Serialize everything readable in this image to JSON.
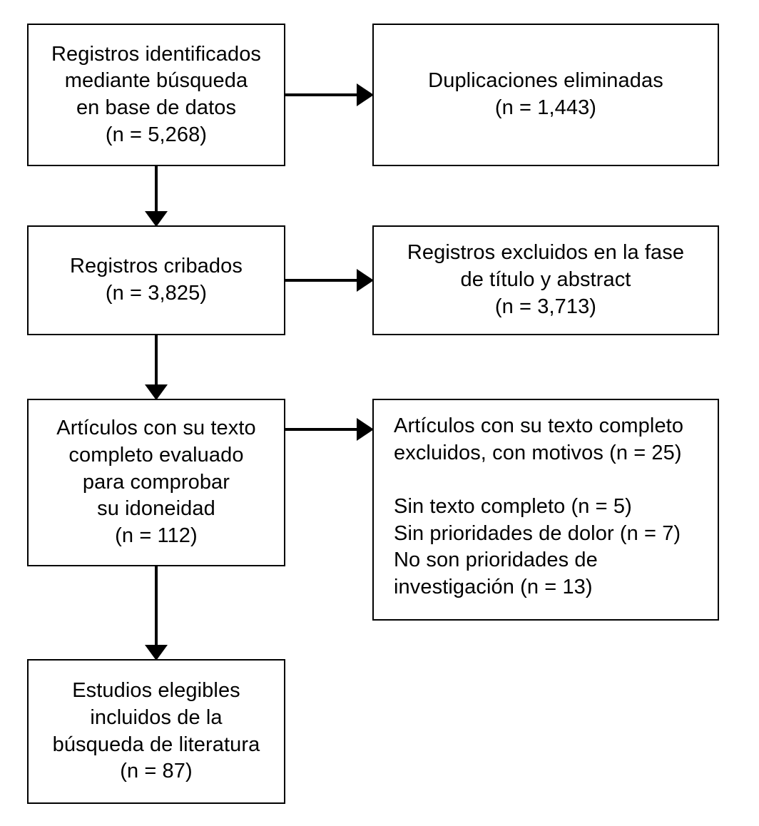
{
  "diagram": {
    "type": "prisma-flow-diagram",
    "language": "es",
    "stroke_color": "#000000",
    "background_color": "#ffffff",
    "text_color": "#000000"
  },
  "boxes": {
    "identified": {
      "name": "Registros identificados mediante búsqueda en base de datos",
      "text": "Registros identificados\nmediante búsqueda\nen base de datos\n(n = 5,268)",
      "count_label": "(n = 5,268)",
      "count": 5268
    },
    "duplicates": {
      "name": "Duplicaciones eliminadas",
      "text": "Duplicaciones eliminadas\n(n = 1,443)",
      "count_label": "(n = 1,443)",
      "count": 1443
    },
    "screened": {
      "name": "Registros cribados",
      "text": "Registros cribados\n(n = 3,825)",
      "count_label": "(n = 3,825)",
      "count": 3825
    },
    "excluded_title_abstract": {
      "name": "Registros excluidos en la fase de título y abstract",
      "text": "Registros excluidos en la fase\nde título y abstract\n(n = 3,713)",
      "count_label": "(n = 3,713)",
      "count": 3713
    },
    "fulltext_assessed": {
      "name": "Artículos con su texto completo evaluado para comprobar su idoneidad",
      "text": "Artículos con su texto\ncompleto evaluado\npara comprobar\nsu idoneidad\n(n = 112)",
      "count_label": "(n = 112)",
      "count": 112
    },
    "excluded_fulltext": {
      "name": "Artículos con su texto completo excluidos, con motivos",
      "text": "Artículos con su texto completo\nexcluidos, con motivos (n = 25)\n\nSin texto completo (n = 5)\nSin prioridades de dolor (n = 7)\nNo son prioridades de\ninvestigación (n = 13)",
      "heading": "Artículos con su texto completo excluidos, con motivos (n = 25)",
      "count_label": "(n = 25)",
      "count": 25,
      "reasons": [
        {
          "label": "Sin texto completo",
          "count_label": "(n = 5)",
          "count": 5
        },
        {
          "label": "Sin prioridades de dolor",
          "count_label": "(n = 7)",
          "count": 7
        },
        {
          "label": "No son prioridades de investigación",
          "count_label": "(n = 13)",
          "count": 13
        }
      ]
    },
    "included": {
      "name": "Estudios elegibles incluidos de la búsqueda de literatura",
      "text": "Estudios elegibles\nincluidos de la\nbúsqueda de literatura\n(n = 87)",
      "count_label": "(n = 87)",
      "count": 87
    }
  },
  "connectors": [
    {
      "id": "identified-to-duplicates",
      "direction": "right",
      "from": "identified",
      "to": "duplicates"
    },
    {
      "id": "identified-to-screened",
      "direction": "down",
      "from": "identified",
      "to": "screened"
    },
    {
      "id": "screened-to-excluded-title-abstract",
      "direction": "right",
      "from": "screened",
      "to": "excluded_title_abstract"
    },
    {
      "id": "screened-to-fulltext",
      "direction": "down",
      "from": "screened",
      "to": "fulltext_assessed"
    },
    {
      "id": "fulltext-to-excluded-fulltext",
      "direction": "right",
      "from": "fulltext_assessed",
      "to": "excluded_fulltext"
    },
    {
      "id": "fulltext-to-included",
      "direction": "down",
      "from": "fulltext_assessed",
      "to": "included"
    }
  ]
}
